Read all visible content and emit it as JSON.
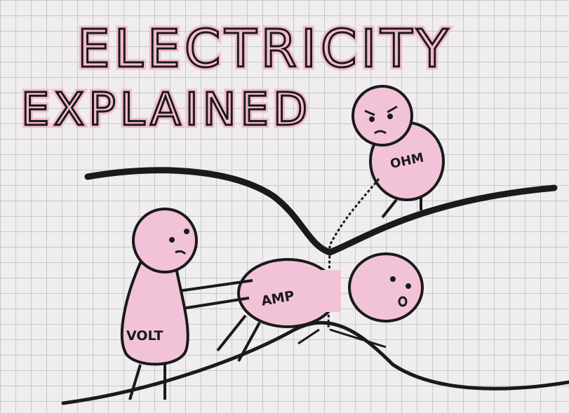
{
  "title": {
    "line1": "ELECTRICITY",
    "line2": "EXPLAINED"
  },
  "characters": {
    "ohm": {
      "label": "OHM"
    },
    "amp": {
      "label": "AMP"
    },
    "volt": {
      "label": "VOLT"
    }
  },
  "colors": {
    "ink": "#1a1a1a",
    "body": "#f2c3d8",
    "highlight": "#f06aa6",
    "paper": "#efedee",
    "grid": "#c9c7cb"
  }
}
